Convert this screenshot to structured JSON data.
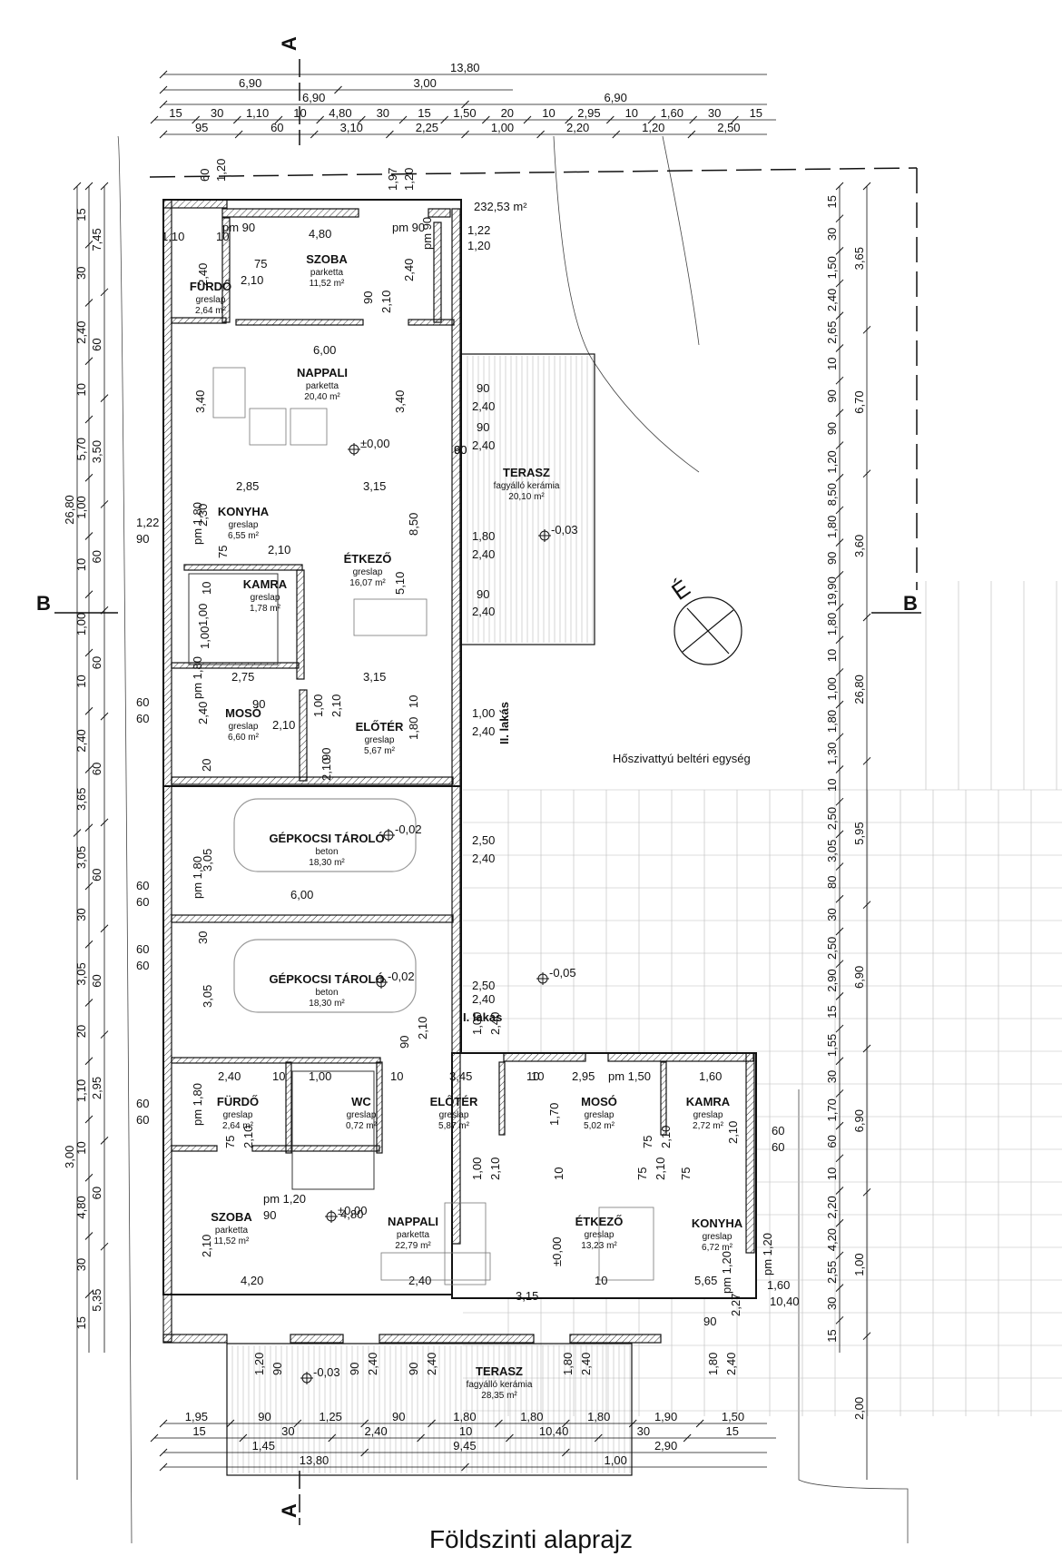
{
  "title": "Földszinti alaprajz",
  "section_labels": {
    "a": "A",
    "b": "B"
  },
  "north": "É",
  "plot_area": "232,53 m²",
  "note": "Hőszivattyú beltéri egység",
  "unit_labels": {
    "upper": "II. lakás",
    "lower": "I. lakás"
  },
  "top_dims": {
    "r1": [
      "13,80"
    ],
    "r2": [
      "6,90",
      "3,00"
    ],
    "r3": [
      "6,90",
      "6,90"
    ],
    "r4": [
      "15",
      "30",
      "1,10",
      "10",
      "4,80",
      "30",
      "15",
      "1,50",
      "20",
      "10",
      "2,95",
      "10",
      "1,60",
      "30",
      "15"
    ],
    "r5": [
      "95",
      "60",
      "3,10",
      "2,25",
      "1,00",
      "2,20",
      "1,20",
      "2,50"
    ]
  },
  "bottom_dims": {
    "r1": [
      "1,95",
      "90",
      "1,25",
      "90",
      "1,80",
      "1,80",
      "1,80",
      "1,90",
      "1,50"
    ],
    "r2": [
      "15",
      "30",
      "2,40",
      "10",
      "10,40",
      "30",
      "15"
    ],
    "r3": [
      "1,45",
      "9,45",
      "2,90"
    ],
    "r4": [
      "13,80",
      "1,00"
    ]
  },
  "left_dims": {
    "inner": [
      "15",
      "30",
      "2,40",
      "10",
      "5,70",
      "1,00",
      "10",
      "1,00",
      "10",
      "2,40",
      "3,65",
      "3,05",
      "30",
      "3,05",
      "20",
      "1,10",
      "10",
      "4,80",
      "30",
      "15"
    ],
    "mid": [
      "7,45",
      "60",
      "3,50",
      "60",
      "60",
      "60",
      "60",
      "60",
      "2,95",
      "60",
      "5,35"
    ],
    "outer": [
      "26,80",
      "3,00"
    ]
  },
  "right_dims": {
    "inner": [
      "15",
      "30",
      "1,50",
      "2,40",
      "2,65",
      "10",
      "90",
      "90",
      "1,20",
      "8,50",
      "1,80",
      "90",
      "19,90",
      "1,80",
      "10",
      "1,00",
      "1,80",
      "1,30",
      "10",
      "2,50",
      "3,05",
      "80",
      "30",
      "2,50",
      "2,90",
      "15",
      "1,55",
      "30",
      "1,70",
      "60",
      "10",
      "2,20",
      "4,20",
      "2,55",
      "30",
      "15"
    ],
    "outer": [
      "3,65",
      "6,70",
      "3,60",
      "26,80",
      "5,95",
      "6,90",
      "6,90",
      "1,00",
      "2,00"
    ]
  },
  "rooms": [
    {
      "name": "SZOBA",
      "mat": "parketta",
      "area": "11,52 m²"
    },
    {
      "name": "FÜRDŐ",
      "mat": "greslap",
      "area": "2,64 m²"
    },
    {
      "name": "NAPPALI",
      "mat": "parketta",
      "area": "20,40 m²"
    },
    {
      "name": "TERASZ",
      "mat": "fagyálló kerámia",
      "area": "20,10 m²"
    },
    {
      "name": "KONYHA",
      "mat": "greslap",
      "area": "6,55 m²"
    },
    {
      "name": "ÉTKEZŐ",
      "mat": "greslap",
      "area": "16,07 m²"
    },
    {
      "name": "KAMRA",
      "mat": "greslap",
      "area": "1,78 m²"
    },
    {
      "name": "MOSÓ",
      "mat": "greslap",
      "area": "6,60 m²"
    },
    {
      "name": "ELŐTÉR",
      "mat": "greslap",
      "area": "5,67 m²"
    },
    {
      "name": "GÉPKOCSI TÁROLÓ",
      "mat": "beton",
      "area": "18,30 m²"
    },
    {
      "name": "GÉPKOCSI TÁROLÓ",
      "mat": "beton",
      "area": "18,30 m²"
    },
    {
      "name": "FÜRDŐ",
      "mat": "greslap",
      "area": "2,64 m²"
    },
    {
      "name": "WC",
      "mat": "greslap",
      "area": "0,72 m²"
    },
    {
      "name": "ELŐTÉR",
      "mat": "greslap",
      "area": "5,87 m²"
    },
    {
      "name": "MOSÓ",
      "mat": "greslap",
      "area": "5,02 m²"
    },
    {
      "name": "KAMRA",
      "mat": "greslap",
      "area": "2,72 m²"
    },
    {
      "name": "SZOBA",
      "mat": "parketta",
      "area": "11,52 m²"
    },
    {
      "name": "NAPPALI",
      "mat": "parketta",
      "area": "22,79 m²"
    },
    {
      "name": "ÉTKEZŐ",
      "mat": "greslap",
      "area": "13,23 m²"
    },
    {
      "name": "KONYHA",
      "mat": "greslap",
      "area": "6,72 m²"
    },
    {
      "name": "TERASZ",
      "mat": "fagyálló kerámia",
      "area": "28,35 m²"
    }
  ],
  "levels": [
    "±0,00",
    "-0,03",
    "-0,02",
    "-0,02",
    "-0,05",
    "±0,00",
    "-0,03"
  ],
  "internal_dims": [
    "60",
    "1,20",
    "1,97",
    "1,20",
    "4,80",
    "pm 90",
    "pm 90",
    "1,22",
    "1,20",
    "1,10",
    "10",
    "pm 90",
    "2,40",
    "75",
    "2,10",
    "2,40",
    "90",
    "2,10",
    "6,00",
    "3,40",
    "3,40",
    "90",
    "2,40",
    "90",
    "2,40",
    "2,85",
    "3,15",
    "pm 1,80",
    "2,30",
    "75",
    "2,10",
    "8,50",
    "1,80",
    "2,40",
    "90",
    "2,40",
    "10",
    "1,00",
    "5,10",
    "1,00",
    "2,75",
    "3,15",
    "pm 1,80",
    "2,40",
    "90",
    "2,10",
    "1,00",
    "2,10",
    "10",
    "1,80",
    "1,00",
    "2,40",
    "90",
    "2,10",
    "20",
    "2,50",
    "2,40",
    "3,05",
    "pm 1,80",
    "6,00",
    "30",
    "2,50",
    "2,40",
    "3,05",
    "90",
    "2,10",
    "1,00",
    "2,40",
    "2,40",
    "10",
    "1,00",
    "10",
    "3,45",
    "10",
    "2,95",
    "pm 1,50",
    "1,60",
    "pm 1,80",
    "75",
    "2,10",
    "75",
    "2,10",
    "1,70",
    "10",
    "1,00",
    "2,10",
    "10",
    "75",
    "2,10",
    "75",
    "2,10",
    "pm 1,20",
    "90",
    "2,10",
    "4,80",
    "±0,00",
    "4,20",
    "2,40",
    "10",
    "5,65",
    "3,15",
    "1,60",
    "10,40",
    "2,27",
    "90",
    "pm 1,20",
    "pm 1,20",
    "1,20",
    "90",
    "90",
    "2,40",
    "90",
    "2,40",
    "1,80",
    "2,40",
    "1,80",
    "2,40",
    "1,22",
    "90",
    "60",
    "60",
    "60",
    "60",
    "60",
    "60",
    "60",
    "60",
    "60",
    "60",
    "60",
    "90"
  ]
}
